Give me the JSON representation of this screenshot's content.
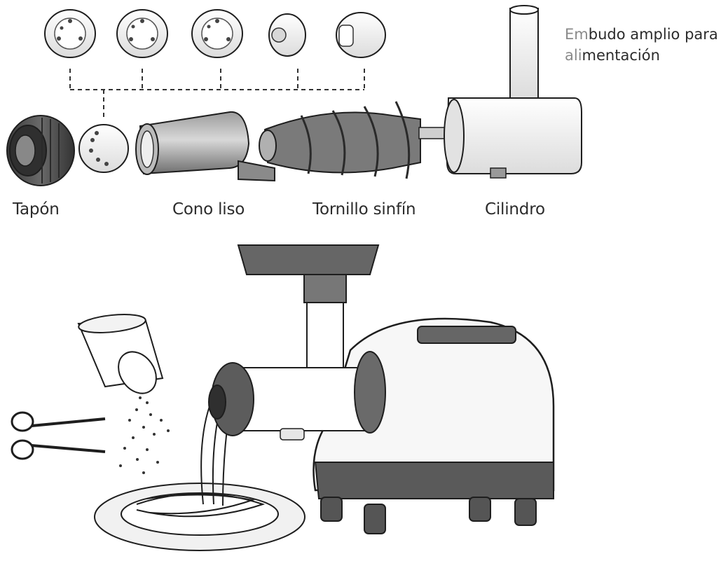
{
  "labels": {
    "tapon": "Tapón",
    "cono": "Cono liso",
    "tornillo": "Tornillo sinfín",
    "cilindro": "Cilindro",
    "embudo_line1_lead": "Em",
    "embudo_line1_rest": "budo amplio para",
    "embudo_line2_lead": "ali",
    "embudo_line2_rest": "mentación"
  },
  "colors": {
    "dark_part": "#4a4a4a",
    "light_part": "#f4f4f4",
    "outline": "#1e1e1e",
    "accent_text": "#8a8a8a"
  },
  "icons": [
    "nozzle-icon",
    "scissors-icon",
    "cup-icon",
    "plate-icon",
    "juicer-icon"
  ]
}
